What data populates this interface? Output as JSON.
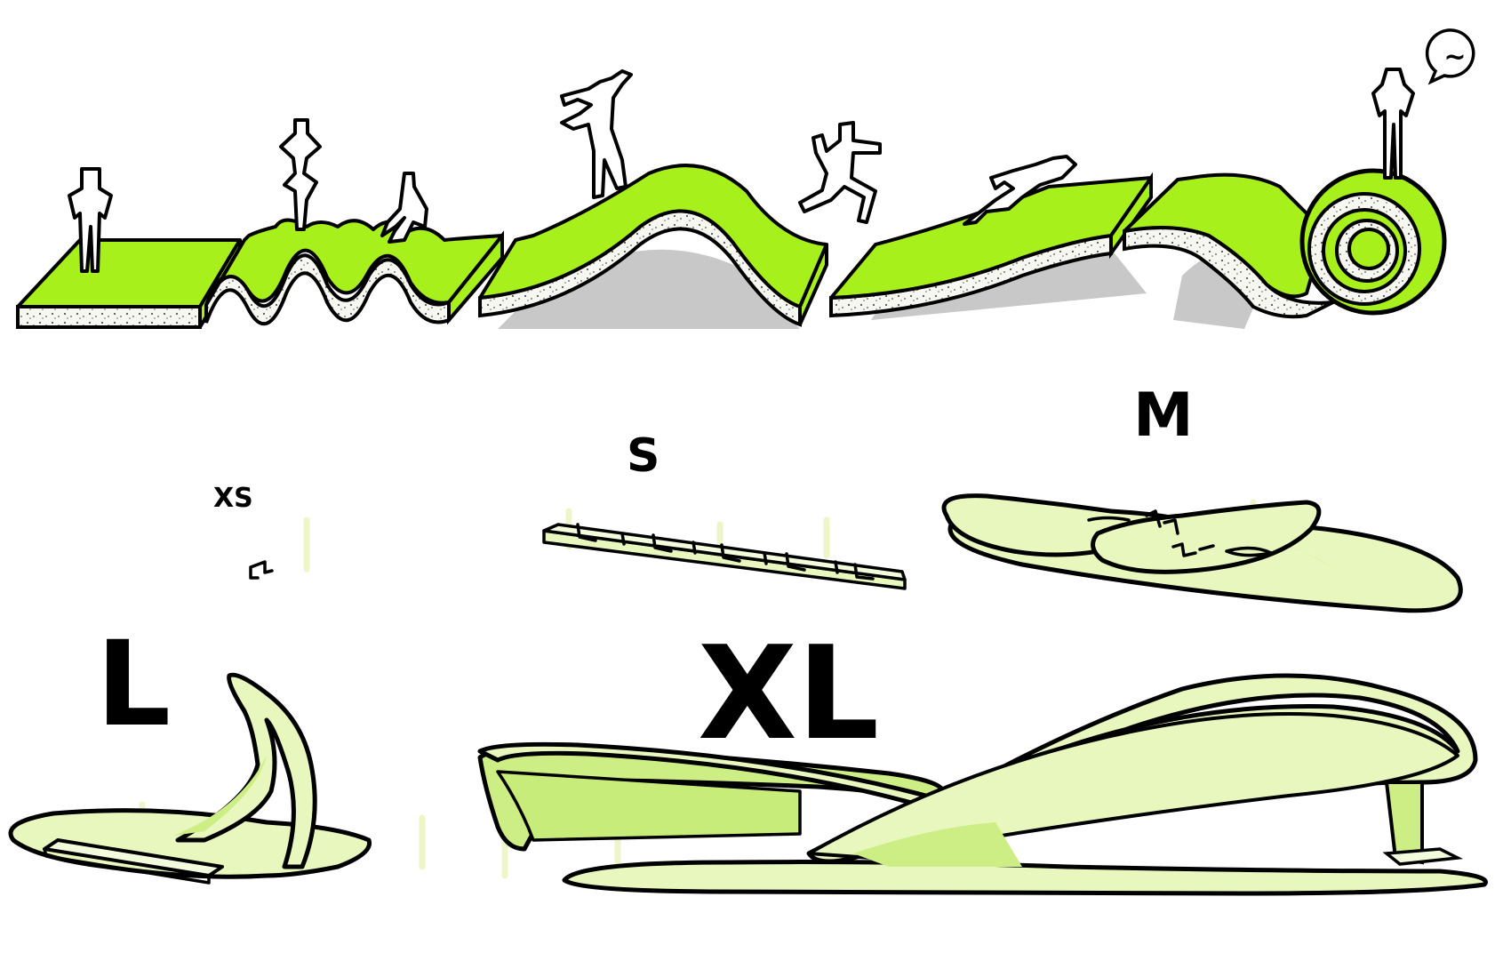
{
  "labels": {
    "xs": "XS",
    "s": "S",
    "m": "M",
    "l": "L",
    "xl": "XL",
    "speech_bubble": "~"
  },
  "colors": {
    "grass": "#a8f01c",
    "soil": "#f7f7f2",
    "shadow": "#c8c8c8",
    "pale_green": "#e7f7bd",
    "pale_green_dark": "#cdee84",
    "ink": "#000000"
  }
}
